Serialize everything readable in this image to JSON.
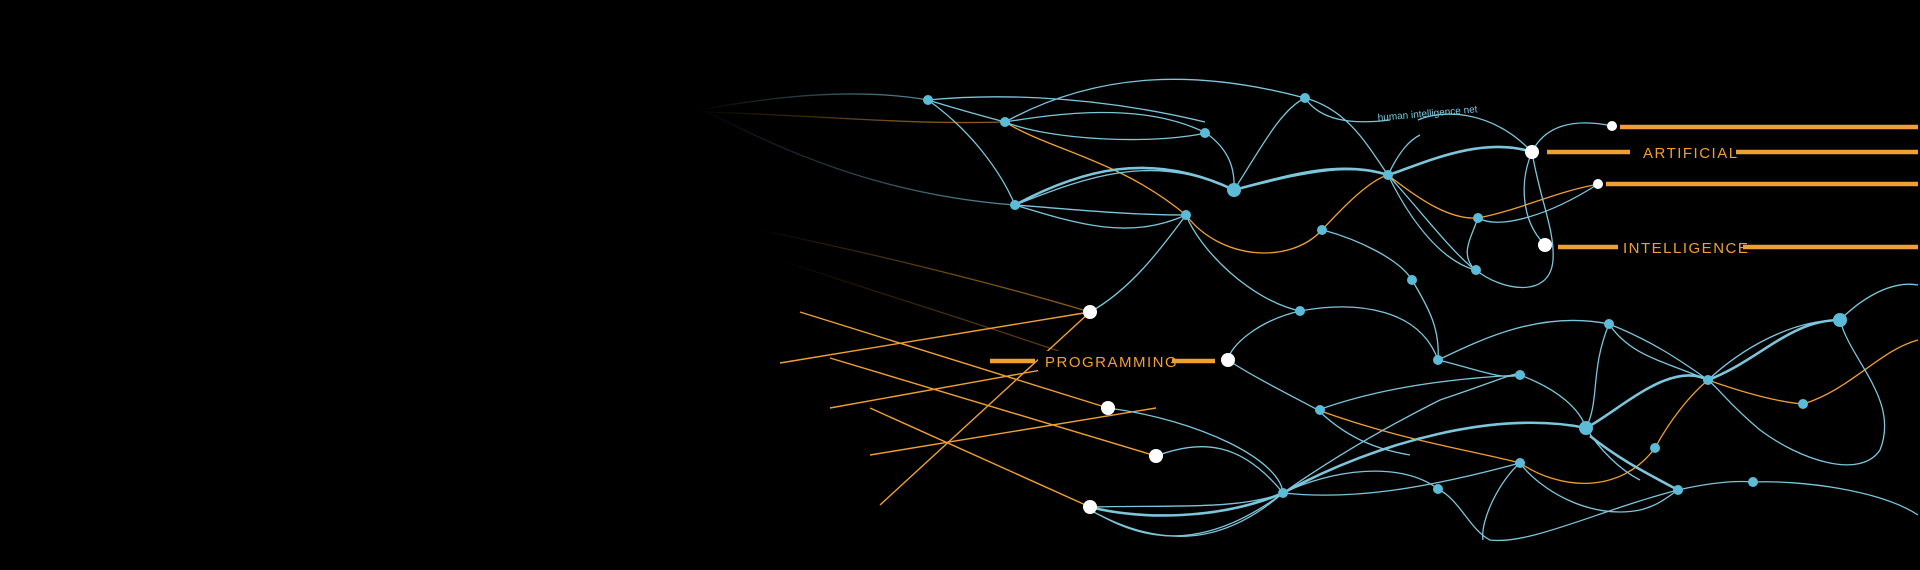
{
  "labels": {
    "artificial": "ARTIFICIAL",
    "intelligence": "INTELLIGENCE",
    "programming": "PROGRAMMING",
    "human_net": "human intelligence net"
  },
  "colors": {
    "background": "#000000",
    "blue": "#7cc6dc",
    "node_blue": "#5cbcd8",
    "orange": "#f0a030",
    "white": "#ffffff"
  }
}
